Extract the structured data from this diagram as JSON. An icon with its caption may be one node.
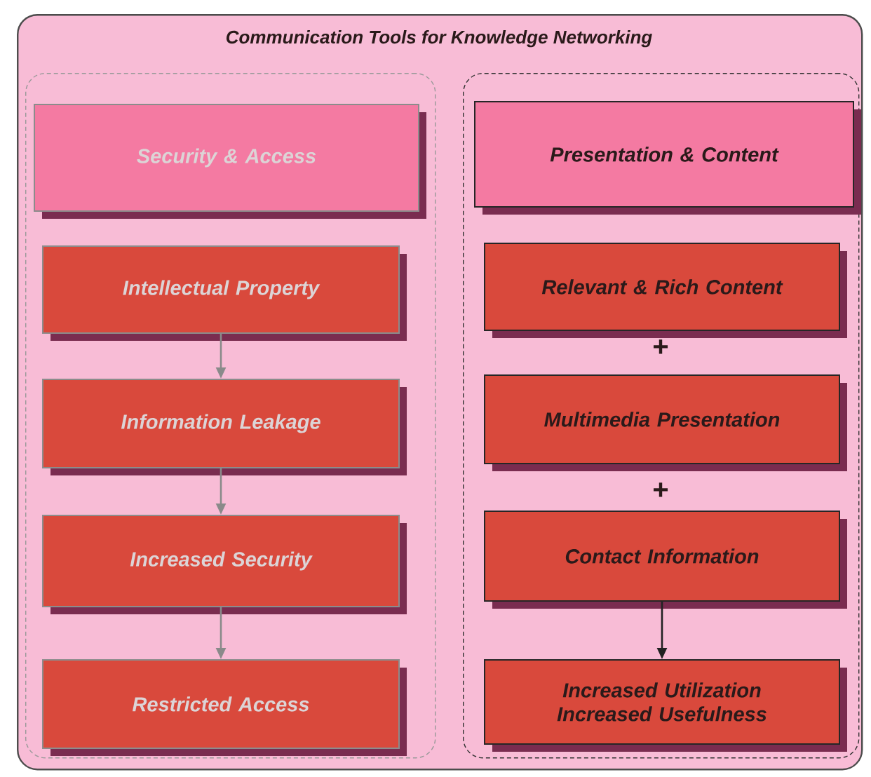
{
  "diagram": {
    "nodes": [
      {
        "text": [
          "Communication Tools for Knowledge Networking"
        ]
      },
      {
        "text": [],
        "shape": "box",
        "in": 0
      },
      {
        "text": [],
        "shape": "box",
        "in": 0
      },
      {
        "text": [
          "Security & Access"
        ],
        "in": 1
      },
      {
        "text": [
          "Intellectual Property"
        ],
        "in": 1
      },
      {
        "text": [
          "Information Leakage"
        ],
        "in": 1
      },
      {
        "text": [
          "Increased Security"
        ],
        "in": 1
      },
      {
        "text": [
          "Restricted Access"
        ],
        "in": 1
      },
      {
        "text": [
          "Presentation & Content"
        ],
        "in": 2
      },
      {
        "text": [
          "Relevant & Rich Content"
        ],
        "in": 2
      },
      {
        "text": [
          "Multimedia Presentation"
        ],
        "in": 2
      },
      {
        "text": [
          "Contact Information"
        ],
        "in": 2
      },
      {
        "text": [
          "Increased Utilization",
          "Increased Usefulness"
        ],
        "in": 2
      }
    ],
    "edges": [
      {
        "from": 4,
        "to": 5,
        "arrow": "to"
      },
      {
        "from": 5,
        "to": 6,
        "arrow": "to"
      },
      {
        "from": 6,
        "to": 7,
        "arrow": "to"
      },
      {
        "from": 11,
        "to": 12,
        "arrow": "to",
        "color": "#222222"
      }
    ],
    "labels": [
      "+",
      "+"
    ]
  }
}
